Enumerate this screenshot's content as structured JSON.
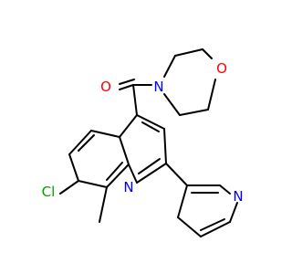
{
  "molecule": {
    "atoms": {
      "oxygen_carbonyl": "O",
      "nitrogen_morpholine": "N",
      "oxygen_morpholine": "O",
      "nitrogen_quinoline": "N",
      "nitrogen_pyridine": "N",
      "chlorine": "Cl"
    },
    "colors": {
      "bond": "#000000",
      "oxygen": "#ff0000",
      "nitrogen": "#0000ff",
      "chlorine": "#00a000"
    }
  }
}
